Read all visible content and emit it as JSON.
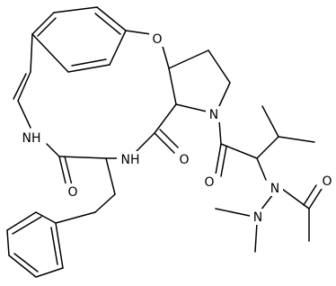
{
  "colors": {
    "bond": "#000000",
    "label": "#000000",
    "background": "#ffffff"
  },
  "atoms": {
    "o_ether": "O",
    "n_ring": "N",
    "nh_top": "NH",
    "nh_left": "NH",
    "o_amide_center": "O",
    "o_amide_left": "O",
    "o_ketone": "O",
    "n_hydrazine": "N",
    "n_dimethyl": "N",
    "o_acetyl": "O"
  }
}
